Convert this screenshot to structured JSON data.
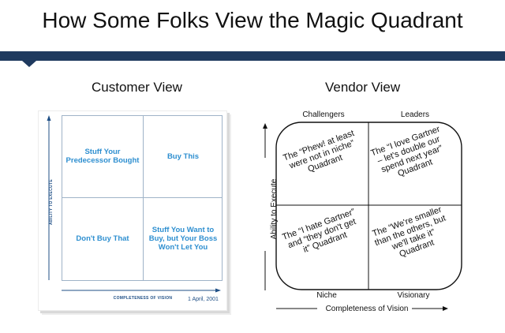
{
  "title": "How Some Folks View the Magic Quadrant",
  "customer_view": {
    "heading": "Customer View",
    "quadrants": {
      "top_left": "Stuff Your Predecessor Bought",
      "top_right": "Buy This",
      "bottom_left": "Don't Buy That",
      "bottom_right": "Stuff You Want to Buy, but Your Boss Won't Let You"
    },
    "y_axis_label": "ABILITY TO EXECUTE",
    "x_axis_label": "COMPLETENESS OF VISION",
    "date": "1 April, 2001"
  },
  "vendor_view": {
    "heading": "Vendor View",
    "top_labels": [
      "Challengers",
      "Leaders"
    ],
    "bottom_labels": [
      "Niche",
      "Visionary"
    ],
    "y_axis_label": "Ability to Execute",
    "x_axis_label": "Completeness of Vision",
    "quadrants": {
      "top_left": "The “Phew! at least were not in niche” Quadrant",
      "top_right": "The “I love Gartner – let's double our spend next year” Quadrant",
      "bottom_left": "The “I hate Gartner” and “they don't get it” Quadrant",
      "bottom_right": "The “We're smaller than the others, but we'll take it” Quadrant"
    }
  },
  "colors": {
    "banner": "#1f3a5f",
    "customer_text": "#2e8fd0",
    "customer_axis": "#1f4f86"
  }
}
